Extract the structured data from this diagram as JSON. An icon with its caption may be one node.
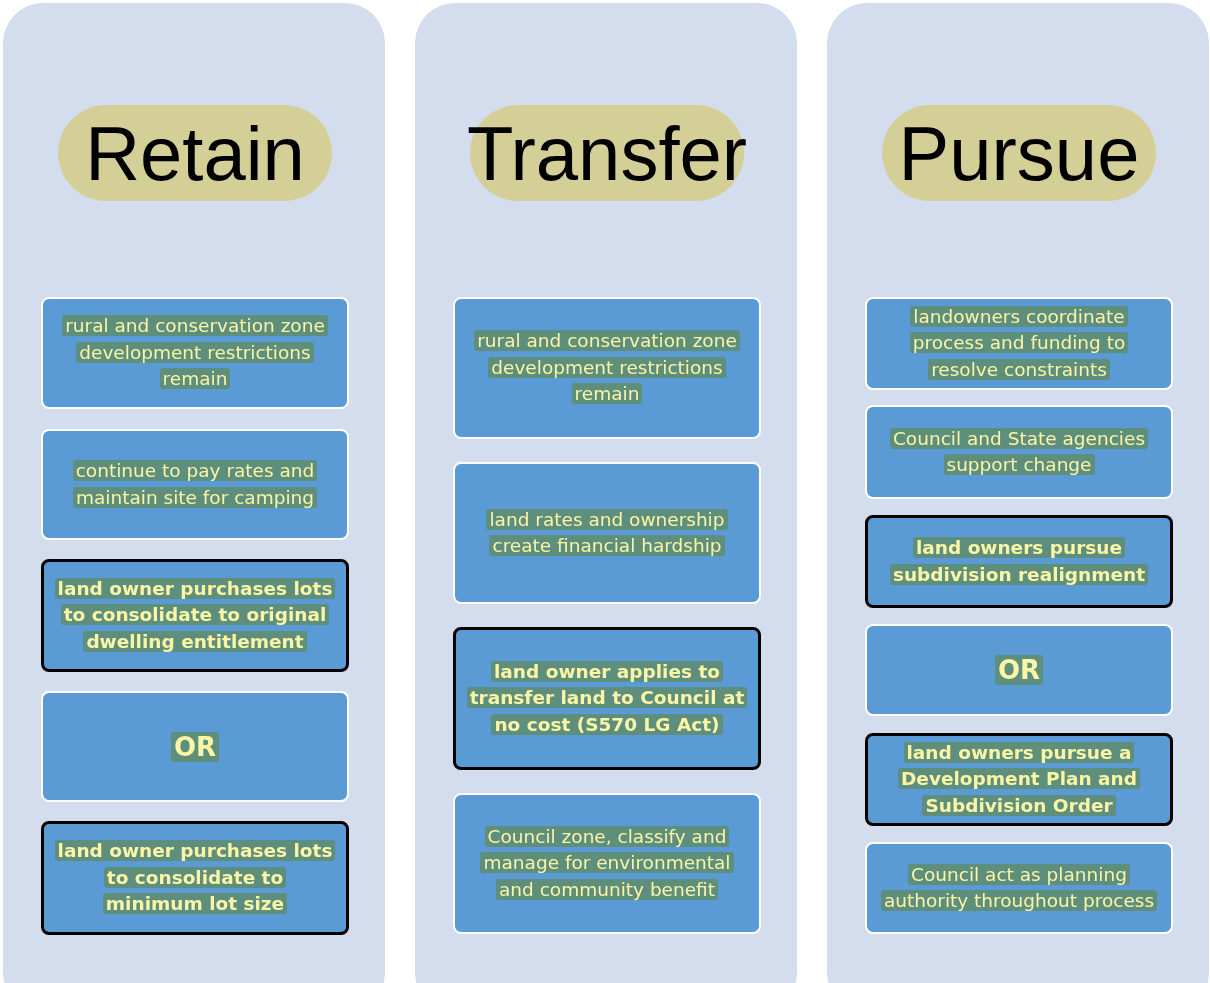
{
  "diagram": {
    "nodes": [
      {
        "text": [
          "Retain"
        ]
      },
      {
        "text": [
          "rural and conservation zone development restrictions remain"
        ],
        "in": 0
      },
      {
        "text": [
          "continue to pay rates and maintain site for camping"
        ],
        "in": 0
      },
      {
        "text": [
          "land owner purchases lots to consolidate to original dwelling entitlement"
        ],
        "in": 0
      },
      {
        "text": [
          "OR"
        ],
        "in": 0
      },
      {
        "text": [
          "land owner purchases lots to consolidate to minimum lot size"
        ],
        "in": 0
      },
      {
        "text": [
          "Transfer"
        ]
      },
      {
        "text": [
          "rural and conservation zone development restrictions remain"
        ],
        "in": 6
      },
      {
        "text": [
          "land rates and ownership create financial hardship"
        ],
        "in": 6
      },
      {
        "text": [
          "land owner applies to transfer land to Council at no cost (S570 LG Act)"
        ],
        "in": 6
      },
      {
        "text": [
          "Council zone, classify and manage for environmental and community benefit"
        ],
        "in": 6
      },
      {
        "text": [
          "Pursue"
        ]
      },
      {
        "text": [
          "landowners coordinate process and funding to resolve constraints"
        ],
        "in": 11
      },
      {
        "text": [
          "Council and State agencies support change"
        ],
        "in": 11
      },
      {
        "text": [
          "land owners pursue subdivision realignment"
        ],
        "in": 11
      },
      {
        "text": [
          "OR"
        ],
        "in": 11
      },
      {
        "text": [
          "land owners pursue a Development Plan and Subdivision Order"
        ],
        "in": 11
      },
      {
        "text": [
          "Council act as planning authority throughout process"
        ],
        "in": 11
      }
    ]
  }
}
